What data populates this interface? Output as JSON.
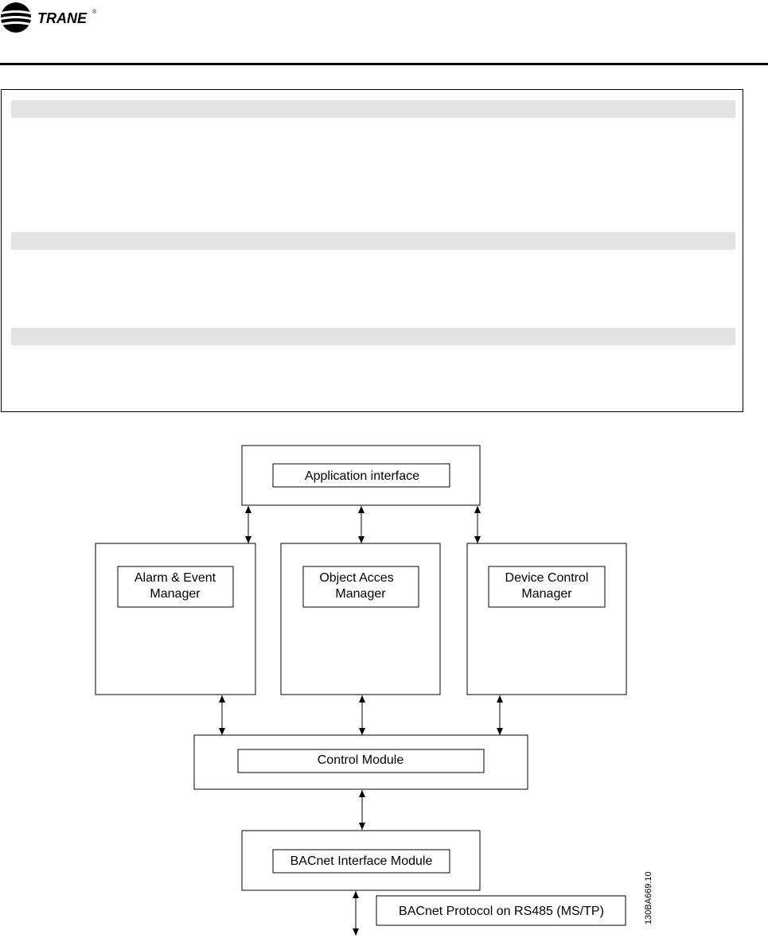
{
  "brand": {
    "name": "TRANE",
    "registered": "®"
  },
  "diagram": {
    "application_interface": "Application interface",
    "alarm_event_manager": [
      "Alarm & Event",
      "Manager"
    ],
    "object_access_manager": [
      "Object Acces",
      "Manager"
    ],
    "device_control_manager": [
      "Device Control",
      "Manager"
    ],
    "control_module": "Control Module",
    "bacnet_interface_module": "BACnet Interface Module",
    "bacnet_protocol": "BACnet Protocol on RS485 (MS/TP)",
    "figure_code": "130BA669.10"
  }
}
